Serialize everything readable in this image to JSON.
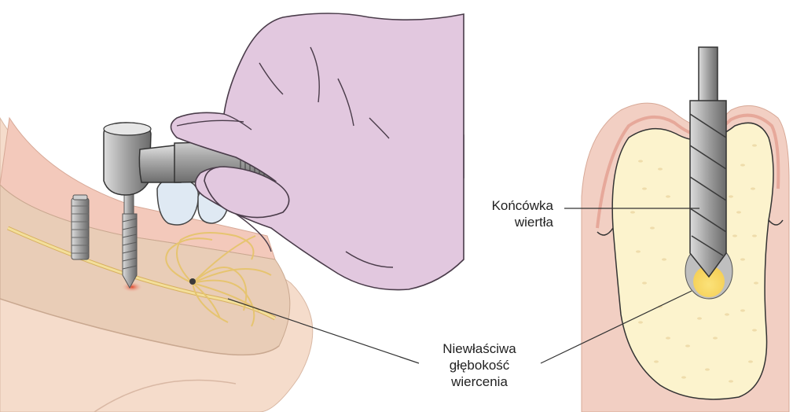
{
  "labels": {
    "drill_tip": [
      "Końcówka",
      "wiertła"
    ],
    "improper_depth": [
      "Niewłaściwa",
      "głębokość",
      "wiercenia"
    ]
  },
  "colors": {
    "glove": "#e2c8df",
    "glove_outline": "#5a4a5a",
    "gum": "#f2cfc3",
    "gum_dark": "#e6b2a4",
    "jaw_tissue": "#f1d9c6",
    "bone": "#fcf3cd",
    "bone_dots": "#f0deb0",
    "nerve": "#f3df9a",
    "metal": "#9a9a9a",
    "metal_dark": "#6f6f6f",
    "hot_spot": "#e05a3a",
    "nerve_yellow": "#f7d96a",
    "leader_line": "#333333"
  },
  "icons": [
    "dental-handpiece-icon",
    "gloved-hand-icon",
    "implant-icon",
    "drill-bit-icon",
    "tooth-icon",
    "nerve-icon"
  ]
}
